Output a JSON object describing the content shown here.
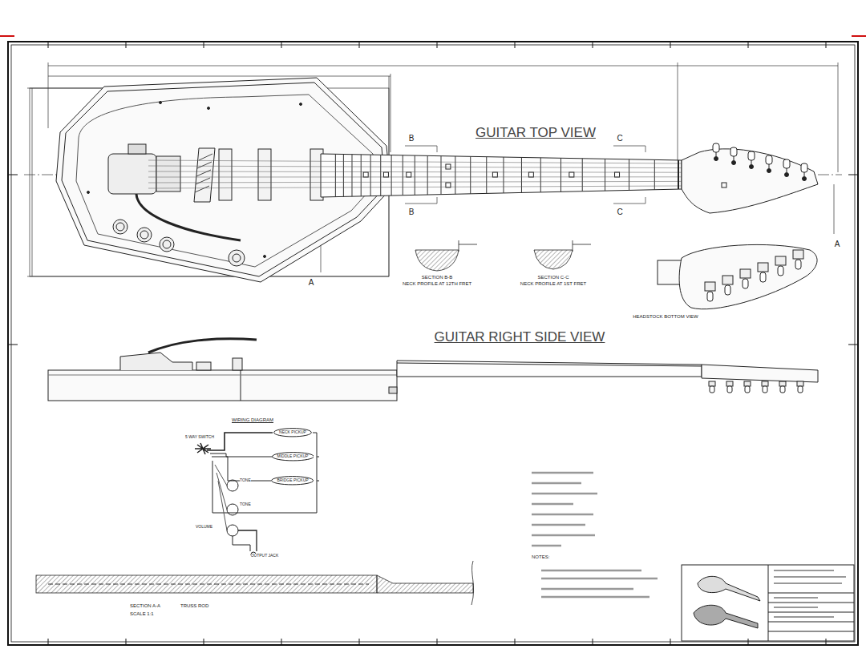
{
  "diagram": {
    "nodes": [
      {
        "text": [
          "NECK PICKUP"
        ]
      },
      {
        "text": [
          "MIDDLE PICKUP"
        ]
      },
      {
        "text": [
          "BRIDGE PICKUP"
        ]
      }
    ],
    "labels": [
      "GUITAR TOP VIEW",
      "B",
      "B",
      "C",
      "C",
      "A",
      "A",
      "SECTION B-B",
      "NECK PROFILE AT 12TH FRET",
      "SECTION C-C",
      "NECK PROFILE AT 1ST FRET",
      "HEADSTOCK BOTTOM VIEW",
      "GUITAR RIGHT SIDE VIEW",
      "WIRING DIAGRAM",
      "5 WAY SWITCH",
      "TONE",
      "TONE",
      "VOLUME",
      "OUTPUT JACK",
      "SECTION A-A",
      "TRUSS ROD",
      "SCALE 1:1",
      "NOTES:"
    ]
  }
}
